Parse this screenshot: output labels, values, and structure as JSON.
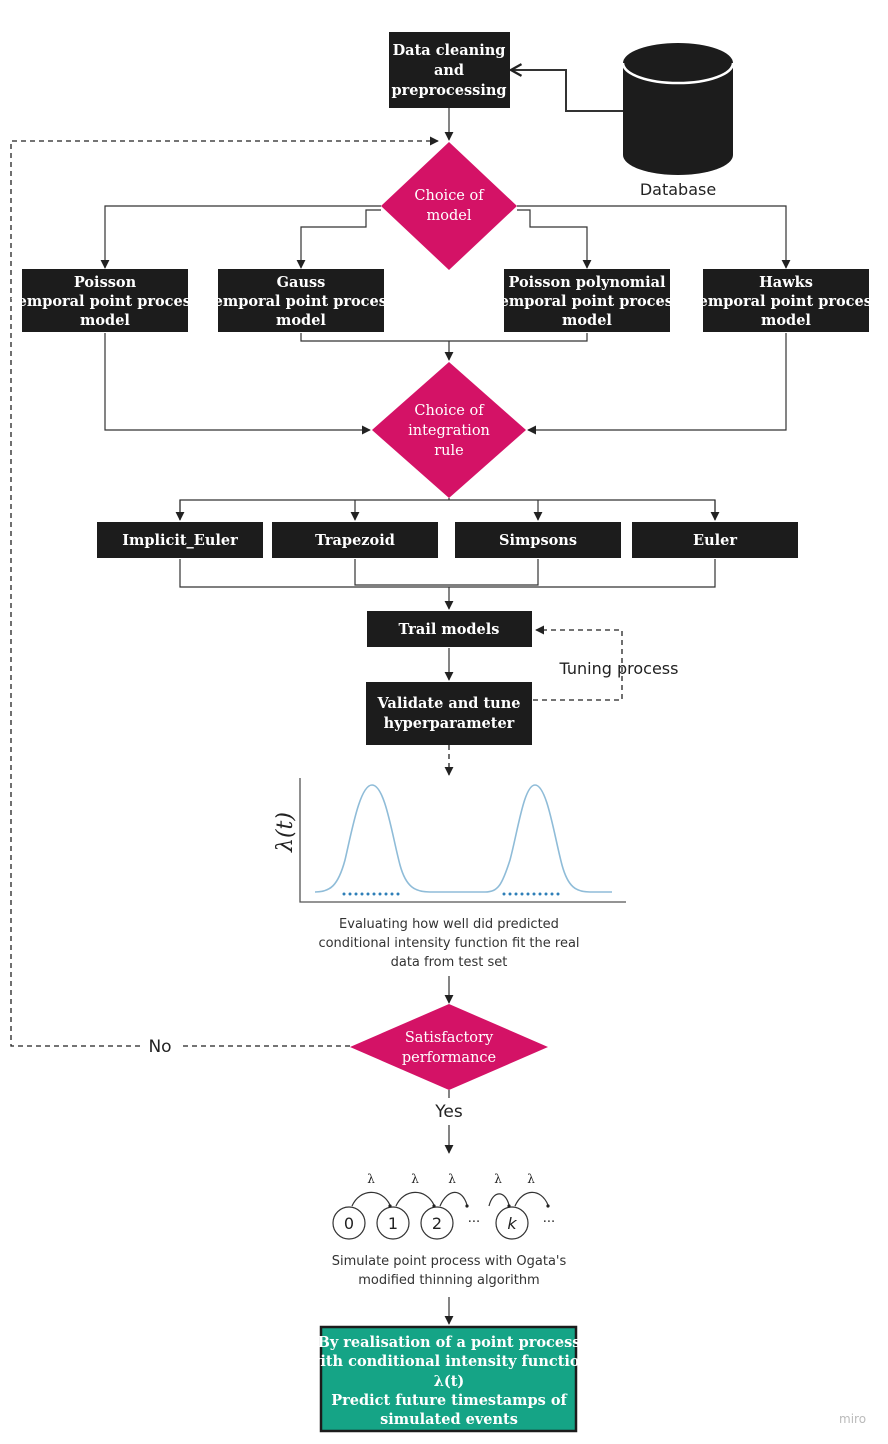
{
  "colors": {
    "box": "#1c1c1c",
    "decision": "#d41266",
    "result_box": "#15a486",
    "curve": "#8fbcd8",
    "dots": "#2e7fb8"
  },
  "steps": {
    "cleaning": [
      "Data cleaning",
      "and",
      "preprocessing"
    ],
    "database": "Database",
    "choice_model": [
      "Choice of",
      "model"
    ],
    "models": [
      [
        "Poisson",
        "temporal point process",
        "model"
      ],
      [
        "Gauss",
        "temporal point process",
        "model"
      ],
      [
        "Poisson polynomial",
        "temporal point process",
        "model"
      ],
      [
        "Hawks",
        "temporal point process",
        "model"
      ]
    ],
    "choice_rule": [
      "Choice of",
      "integration",
      "rule"
    ],
    "rules": [
      "Implicit_Euler",
      "Trapezoid",
      "Simpsons",
      "Euler"
    ],
    "trail": "Trail models",
    "tuning": "Tuning process",
    "validate": [
      "Validate and tune",
      "hyperparameter"
    ],
    "plot_ylabel": "λ(t)",
    "plot_caption": [
      "Evaluating how well did predicted",
      "conditional intensity function fit the real",
      "data from test set"
    ],
    "satisfactory": [
      "Satisfactory",
      "performance"
    ],
    "no": "No",
    "yes": "Yes",
    "chain_nodes": [
      "0",
      "1",
      "2",
      "k"
    ],
    "ellipsis": "···",
    "lambda": "λ",
    "sim_caption": [
      "Simulate point process with Ogata's",
      "modified thinning algorithm"
    ],
    "result": [
      "By realisation of a point process",
      "with conditional intensity function",
      "λ(t)",
      "Predict future timestamps of",
      "simulated events"
    ],
    "watermark": "miro"
  }
}
